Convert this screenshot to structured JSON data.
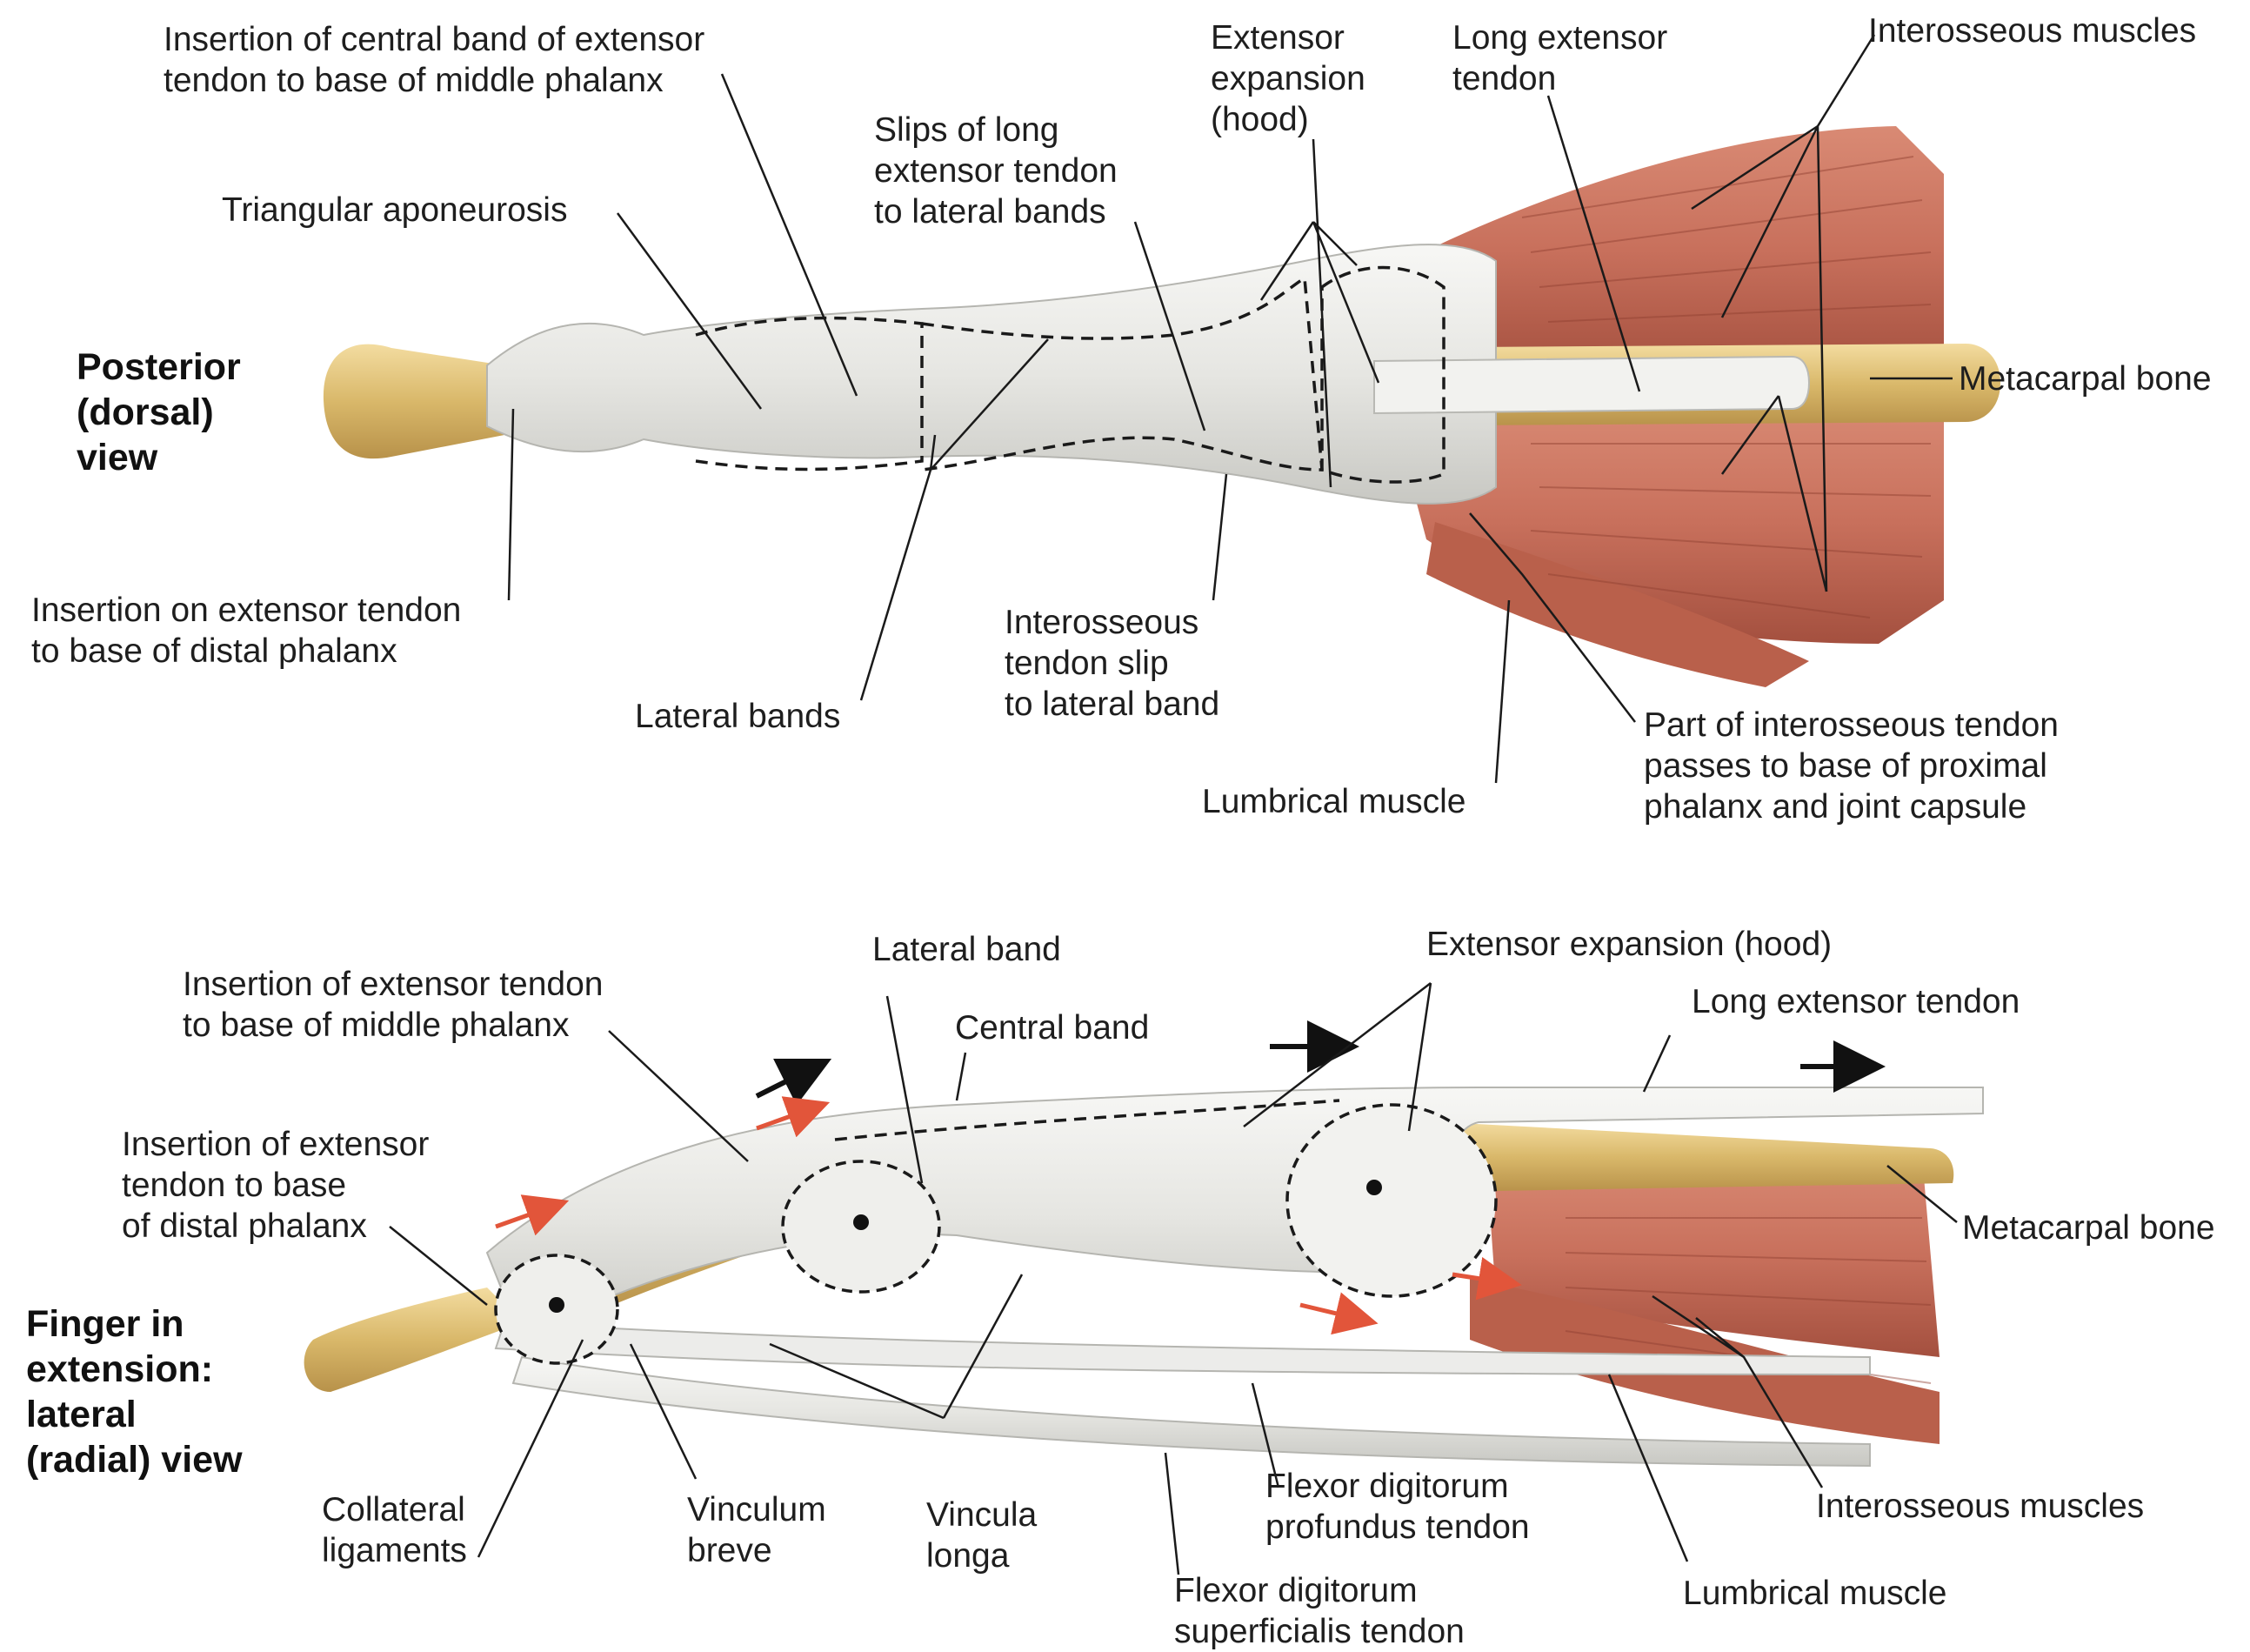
{
  "colors": {
    "bone": "#d9b86a",
    "bone_dark": "#b8924a",
    "tendon": "#e9e9e6",
    "tendon_shadow": "#c9c9c4",
    "muscle": "#c8705c",
    "muscle_dark": "#a4503f",
    "leader": "#1a1a1a",
    "arrow_black": "#111111",
    "arrow_red": "#e2553a"
  },
  "posterior": {
    "view_title": "Posterior\n(dorsal)\nview",
    "labels": {
      "central_band_insertion": "Insertion of central band of extensor\ntendon to base of middle phalanx",
      "triangular_aponeurosis": "Triangular aponeurosis",
      "slips_long_extensor": "Slips of long\nextensor tendon\nto lateral bands",
      "extensor_expansion": "Extensor\nexpansion\n(hood)",
      "long_extensor_tendon": "Long extensor\ntendon",
      "interosseous_muscles": "Interosseous muscles",
      "metacarpal_bone": "Metacarpal bone",
      "distal_insertion": "Insertion on extensor tendon\nto base of distal phalanx",
      "lateral_bands": "Lateral bands",
      "interosseous_slip": "Interosseous\ntendon slip\nto lateral band",
      "interosseous_part": "Part of interosseous tendon\npasses to base of proximal\nphalanx and joint capsule",
      "lumbrical_muscle": "Lumbrical muscle"
    }
  },
  "lateral": {
    "view_title": "Finger in\nextension:\nlateral\n(radial) view",
    "labels": {
      "middle_insertion": "Insertion of extensor tendon\nto base of middle phalanx",
      "distal_insertion": "Insertion of extensor\ntendon to base\nof distal phalanx",
      "lateral_band": "Lateral band",
      "central_band": "Central band",
      "extensor_expansion": "Extensor expansion (hood)",
      "long_extensor_tendon": "Long extensor tendon",
      "metacarpal_bone": "Metacarpal bone",
      "collateral_ligaments": "Collateral\nligaments",
      "vinculum_breve": "Vinculum\nbreve",
      "vincula_longa": "Vincula\nlonga",
      "fdp_tendon": "Flexor digitorum\nprofundus tendon",
      "fds_tendon": "Flexor digitorum\nsuperficialis tendon",
      "interosseous_muscles": "Interosseous muscles",
      "lumbrical_muscle": "Lumbrical muscle"
    }
  }
}
